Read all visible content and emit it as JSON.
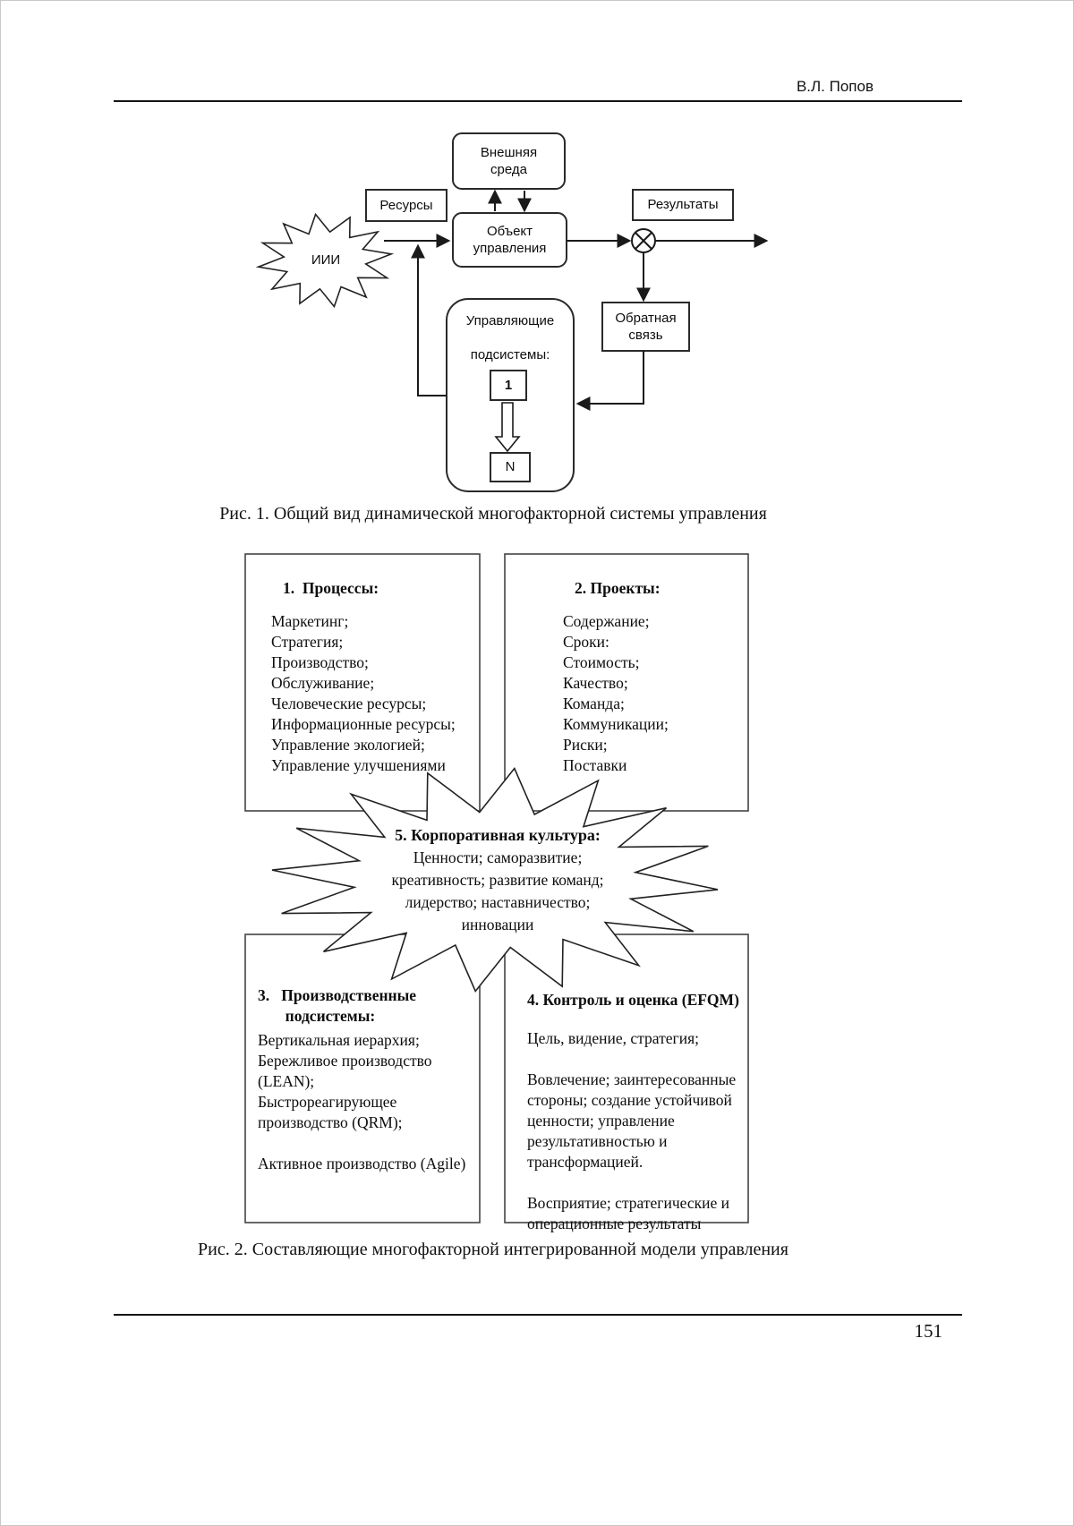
{
  "page": {
    "author": "В.Л. Попов",
    "page_number": "151"
  },
  "figure1": {
    "caption": "Рис. 1. Общий вид динамической многофакторной системы управления",
    "nodes": {
      "external_environment": "Внешняя\nсреда",
      "resources": "Ресурсы",
      "control_object": "Объект\nуправления",
      "results": "Результаты",
      "feedback": "Обратная\nсвязь",
      "control_subsystems_line1": "Управляющие",
      "control_subsystems_line2": "подсистемы:",
      "subsystem_first": "1",
      "subsystem_last": "N",
      "starburst_label": "ИИИ"
    }
  },
  "figure2": {
    "caption": "Рис. 2. Составляющие многофакторной интегрированной модели управления",
    "box1": {
      "title": "1.  Процессы:",
      "items": [
        "Маркетинг;",
        "Стратегия;",
        "Производство;",
        "Обслуживание;",
        "Человеческие ресурсы;",
        "Информационные ресурсы;",
        "Управление экологией;",
        "Управление улучшениями"
      ]
    },
    "box2": {
      "title": "2. Проекты:",
      "items": [
        "Содержание;",
        "Сроки:",
        "Стоимость;",
        "Качество;",
        "Команда;",
        "Коммуникации;",
        "Риски;",
        "Поставки"
      ]
    },
    "starburst": {
      "title": "5. Корпоративная культура:",
      "body": "Ценности; саморазвитие;\nкреативность; развитие команд;\nлидерство; наставничество;\nинновации"
    },
    "box3": {
      "title": "3.   Производственные\n       подсистемы:",
      "items": [
        "Вертикальная иерархия;",
        "Бережливое производство (LEAN);",
        "Быстрореагирующее производство  (QRM);",
        "",
        "Активное производство (Agile)"
      ]
    },
    "box4": {
      "title": "4. Контроль и оценка (EFQM)",
      "items": [
        "Цель, видение,  стратегия;",
        "",
        "Вовлечение; заинтересованные стороны; создание устойчивой ценности; управление результативностью и трансформацией.",
        "",
        "Восприятие; стратегические и операционные результаты"
      ]
    }
  }
}
